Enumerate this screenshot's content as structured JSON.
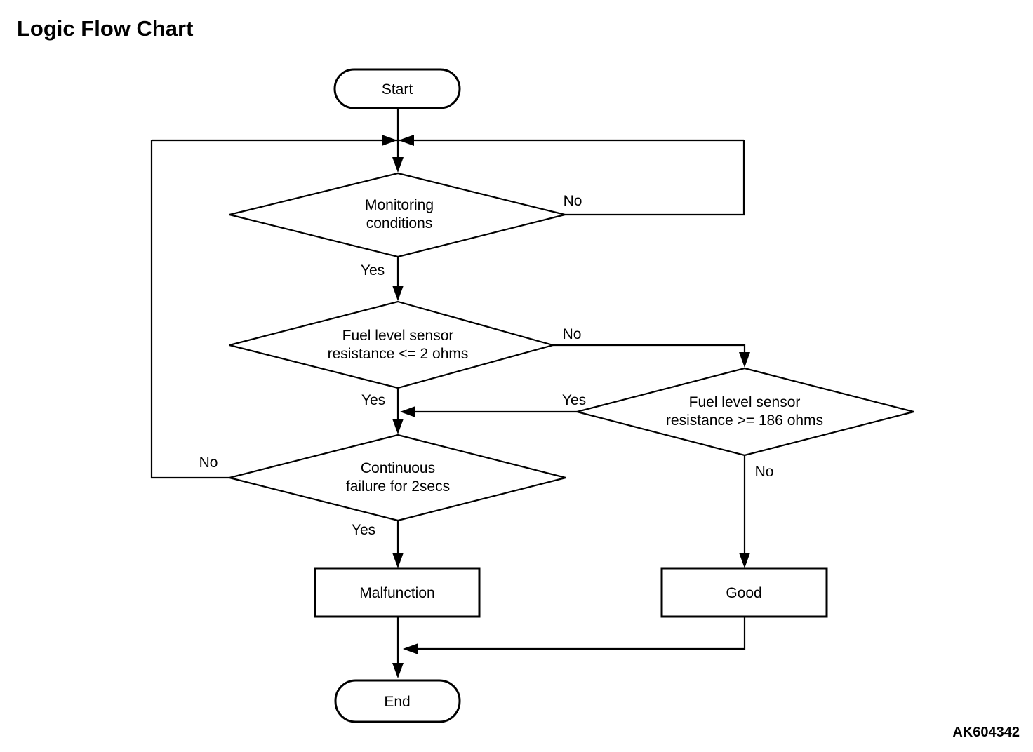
{
  "title": "Logic Flow Chart",
  "figure_code": "AK604342",
  "colors": {
    "background": "#ffffff",
    "line": "#000000",
    "text": "#000000"
  },
  "nodes": {
    "start": {
      "type": "terminator",
      "label": "Start"
    },
    "monitoring": {
      "type": "decision",
      "lines": [
        "Monitoring",
        "conditions"
      ]
    },
    "resistance_low": {
      "type": "decision",
      "lines": [
        "Fuel level sensor",
        "resistance <= 2 ohms"
      ]
    },
    "resistance_high": {
      "type": "decision",
      "lines": [
        "Fuel level sensor",
        "resistance >= 186 ohms"
      ]
    },
    "continuous_failure": {
      "type": "decision",
      "lines": [
        "Continuous",
        "failure for 2secs"
      ]
    },
    "malfunction": {
      "type": "process",
      "label": "Malfunction"
    },
    "good": {
      "type": "process",
      "label": "Good"
    },
    "end": {
      "type": "terminator",
      "label": "End"
    }
  },
  "edge_labels": {
    "monitoring_no": "No",
    "monitoring_yes": "Yes",
    "resistance_low_no": "No",
    "resistance_low_yes": "Yes",
    "resistance_high_yes": "Yes",
    "resistance_high_no": "No",
    "continuous_failure_no": "No",
    "continuous_failure_yes": "Yes"
  },
  "edges": [
    {
      "from": "start",
      "to": "monitoring",
      "label": ""
    },
    {
      "from": "monitoring",
      "to": "monitoring",
      "label": "No",
      "note": "loops back above monitoring conditions"
    },
    {
      "from": "monitoring",
      "to": "resistance_low",
      "label": "Yes"
    },
    {
      "from": "resistance_low",
      "to": "resistance_high",
      "label": "No"
    },
    {
      "from": "resistance_low",
      "to": "continuous_failure",
      "label": "Yes"
    },
    {
      "from": "resistance_high",
      "to": "continuous_failure",
      "label": "Yes"
    },
    {
      "from": "resistance_high",
      "to": "good",
      "label": "No"
    },
    {
      "from": "continuous_failure",
      "to": "monitoring",
      "label": "No",
      "note": "loops back above monitoring conditions"
    },
    {
      "from": "continuous_failure",
      "to": "malfunction",
      "label": "Yes"
    },
    {
      "from": "malfunction",
      "to": "end",
      "label": ""
    },
    {
      "from": "good",
      "to": "end",
      "label": ""
    }
  ]
}
